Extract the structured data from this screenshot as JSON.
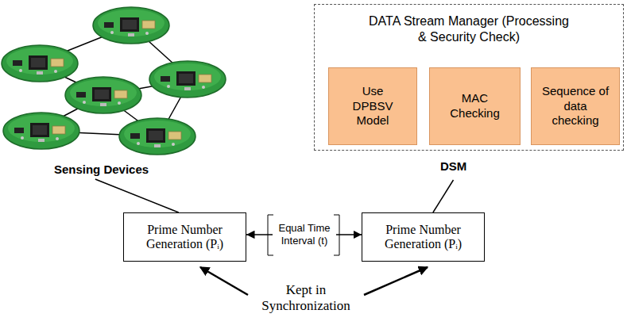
{
  "diagram": {
    "nodes": [
      {
        "text": [
          "Sensing Devices"
        ]
      },
      {
        "text": [
          "DATA Stream Manager (Processing & Security Check)",
          "DSM"
        ]
      },
      {
        "text": [
          "Use DPBSV Model"
        ],
        "in": 1
      },
      {
        "text": [
          "MAC Checking"
        ],
        "in": 1
      },
      {
        "text": [
          "Sequence of data checking"
        ],
        "in": 1
      },
      {
        "text": [
          "Prime Number Generation (Pᵢ)"
        ]
      },
      {
        "text": [
          "Prime Number Generation (Pᵢ)"
        ]
      }
    ],
    "edges": [
      {
        "from": 0,
        "to": 5,
        "arrow": "none"
      },
      {
        "from": 1,
        "to": 6,
        "arrow": "none"
      },
      {
        "from": 5,
        "to": 6,
        "label": "Equal Time Interval (t)",
        "arrow": "both"
      }
    ],
    "labels": [
      "Kept in Synchronization"
    ]
  }
}
